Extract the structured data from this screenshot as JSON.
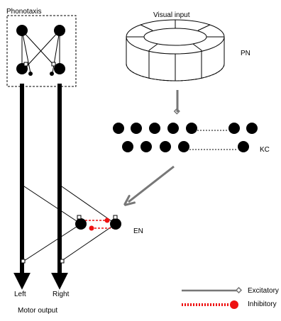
{
  "labels": {
    "phonotaxis": "Phonotaxis",
    "visual_input": "Visual input",
    "pn": "PN",
    "kc": "KC",
    "en": "EN",
    "left": "Left",
    "right": "Right",
    "motor_output": "Motor output"
  },
  "legend": {
    "excitatory": "Excitatory",
    "inhibitory": "Inhibitory"
  },
  "colors": {
    "ink": "#000000",
    "excitatory": "#777777",
    "inhibitory": "#ee1111"
  }
}
